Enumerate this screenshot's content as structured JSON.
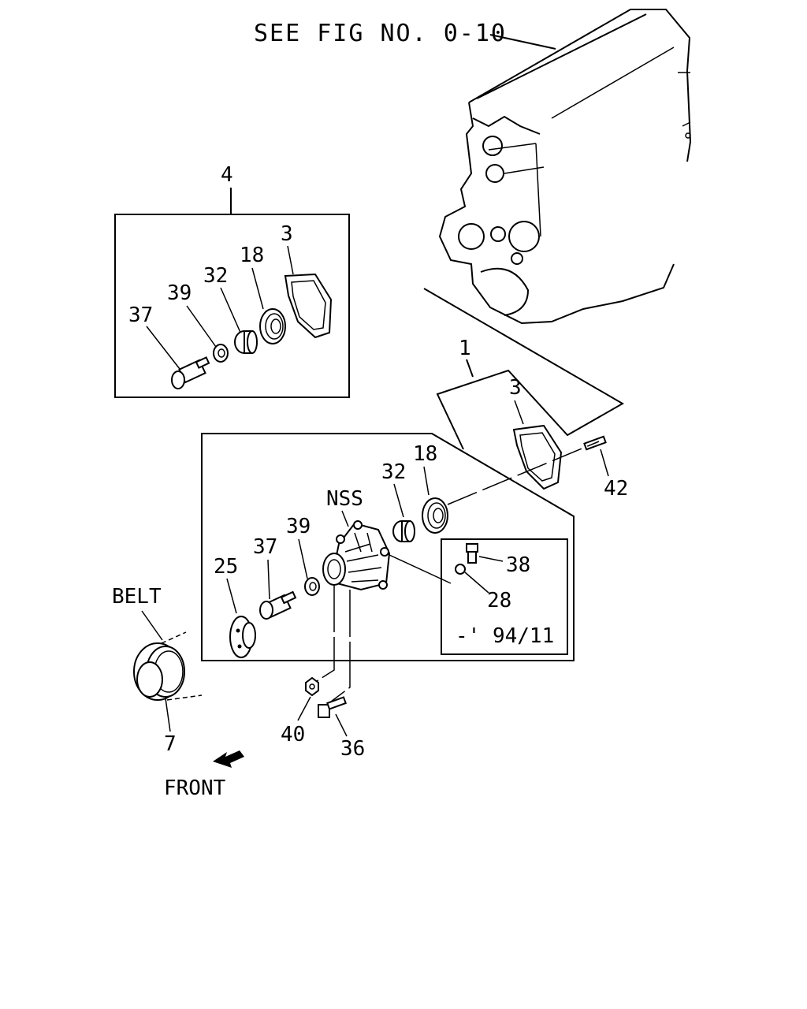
{
  "diagram": {
    "reference_label": "SEE FIG NO. 0-10",
    "belt_label": "BELT",
    "front_label": "FRONT",
    "date_note": "-' 94/11",
    "callouts": {
      "kit_4": "4",
      "assy_1": "1",
      "gasket_3_kit": "3",
      "seal_18_kit": "18",
      "bush_32_kit": "32",
      "washer_39_kit": "39",
      "shaft_37_kit": "37",
      "gasket_3_assy": "3",
      "stud_42": "42",
      "seal_18_assy": "18",
      "bush_32_assy": "32",
      "nss": "NSS",
      "washer_39_assy": "39",
      "shaft_37_assy": "37",
      "hub_25": "25",
      "plug_38": "38",
      "washer_28": "28",
      "pulley_7": "7",
      "nut_40": "40",
      "bolt_36": "36"
    }
  }
}
